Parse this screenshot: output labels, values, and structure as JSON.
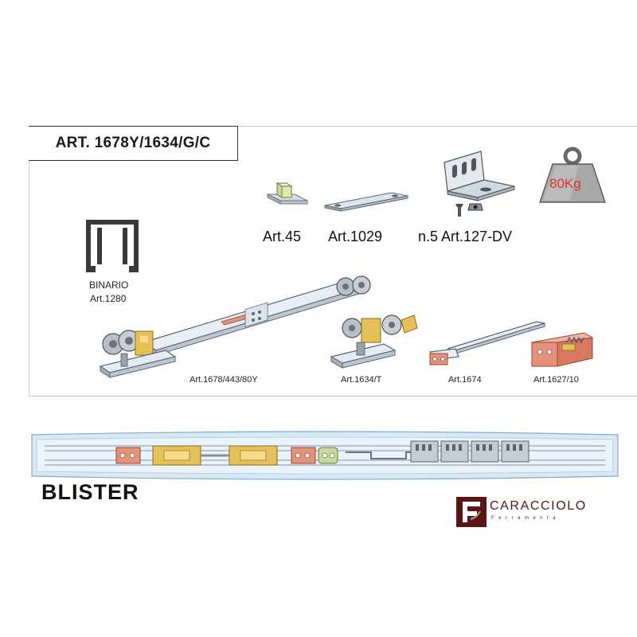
{
  "title": "ART. 1678Y/1634/G/C",
  "accessories": {
    "art45": "Art.45",
    "art1029": "Art.1029",
    "art127": "n.5 Art.127-DV"
  },
  "weight": "80Kg",
  "binario": {
    "name": "BINARIO",
    "code": "Art.1280"
  },
  "parts": {
    "carriage": "Art.1678/443/80Y",
    "trolley": "Art.1634/T",
    "bracket": "Art.1674",
    "stopper": "Art.1627/10"
  },
  "packaging": "BLISTER",
  "brand": {
    "name": "CARACCIOLO",
    "tagline": "Ferramenta"
  },
  "colors": {
    "salmon": "#e8907a",
    "brass": "#e6c15a",
    "steel": "#c9d2dc",
    "blister_bg": "#d8e9f6",
    "brand": "#5a1616",
    "weight_red": "#d8352a"
  }
}
